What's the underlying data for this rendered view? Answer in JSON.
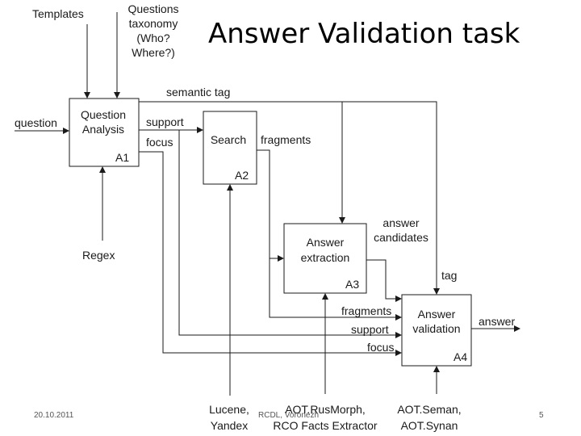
{
  "title": "Answer Validation task",
  "inputs": {
    "templates": "Templates",
    "taxonomy": [
      "Questions",
      "taxonomy",
      "(Who?",
      "Where?)"
    ],
    "question": "question",
    "regex": "Regex"
  },
  "blocks": {
    "a1": {
      "lines": [
        "Question",
        "Analysis"
      ],
      "id": "A1"
    },
    "a2": {
      "lines": [
        "Search"
      ],
      "id": "A2"
    },
    "a3": {
      "lines": [
        "Answer",
        "extraction"
      ],
      "id": "A3"
    },
    "a4": {
      "lines": [
        "Answer",
        "validation"
      ],
      "id": "A4"
    }
  },
  "flows": {
    "semantic_tag": "semantic tag",
    "support": "support",
    "focus": "focus",
    "fragments": "fragments",
    "answer_candidates": [
      "answer",
      "candidates"
    ],
    "tag": "tag",
    "fragments_a4": "fragments",
    "support_a4": "support",
    "focus_a4": "focus",
    "answer": "answer"
  },
  "mechanisms": {
    "lucene": [
      "Lucene,",
      "Yandex"
    ],
    "aot_rus": [
      "AOT.RusMorph,",
      "RCO Facts Extractor"
    ],
    "aot_seman": [
      "AOT.Seman,",
      "AOT.Synan"
    ]
  },
  "footer": {
    "date": "20.10.2011",
    "center": "RCDL, Voronezh",
    "page": "5"
  },
  "colors": {
    "line": "#1a1a1a",
    "box_fill": "#ffffff"
  }
}
